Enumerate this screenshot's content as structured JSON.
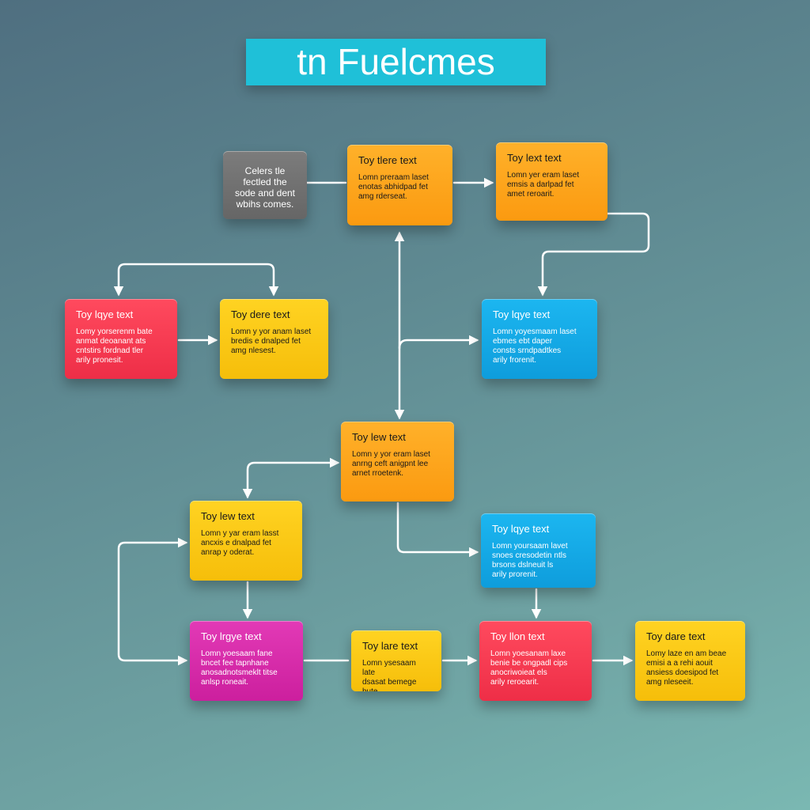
{
  "title": "tn Fuelcmes",
  "colors": {
    "orange": "#fb9a10",
    "yellow": "#f6be0a",
    "red": "#ee2e47",
    "blue": "#0e9ddc",
    "magenta": "#cc1f9e",
    "gray": "#666666",
    "title_bg": "#1fc0d8",
    "connector": "#ffffff"
  },
  "nodes": [
    {
      "id": "n0",
      "color": "gray",
      "title": "",
      "body": "Celers tle\nfectled the\nsode and dent\nwbihs comes."
    },
    {
      "id": "n1",
      "color": "orange",
      "title": "Toy tlere text",
      "body": "Lomn preraam laset\nenotas abhidpad fet\namg rderseat."
    },
    {
      "id": "n2",
      "color": "orange",
      "title": "Toy lext text",
      "body": "Lomn yer eram laset\nemsis a darlpad fet\namet reroarit."
    },
    {
      "id": "n3",
      "color": "red",
      "title": "Toy lqye text",
      "body": "Lomy yorserenm bate\nanmat deoanant ats\ncntstirs fordnad tler\narily pronesit."
    },
    {
      "id": "n4",
      "color": "yellow",
      "title": "Toy dere text",
      "body": "Lomn y yor anam laset\nbredis e dnalped fet\namg nlesest."
    },
    {
      "id": "n5",
      "color": "blue",
      "title": "Toy lqye text",
      "body": "Lomn yoyesmaam laset\nebmes ebt daper\nconsts srndpadtkes\narily frorenit."
    },
    {
      "id": "n6",
      "color": "orange",
      "title": "Toy lew text",
      "body": "Lomn y yor eram laset\nanrng ceft anigpnt lee\narnet rroetenk."
    },
    {
      "id": "n7",
      "color": "yellow",
      "title": "Toy lew text",
      "body": "Lomn y yar eram lasst\nancxis e dnalpad fet\nanrap y oderat."
    },
    {
      "id": "n8",
      "color": "blue",
      "title": "Toy lqye text",
      "body": "Lomn yoursaam lavet\nsnoes cresodetin ntls\nbrsons dslneuit ls\narily prorenit."
    },
    {
      "id": "n9",
      "color": "magenta",
      "title": "Toy lrgye text",
      "body": "Lomn yoesaam fane\nbncet fee tapnhane\nanosadnotsmeklt titse\nanlsp roneait."
    },
    {
      "id": "n10",
      "color": "yellow",
      "title": "Toy lare text",
      "body": "Lomn ysesaam late\ndsasat bemege bute\namt orreneit."
    },
    {
      "id": "n11",
      "color": "red",
      "title": "Toy llon text",
      "body": "Lomn yoesanam laxe\nbenie be ongpadl cips\nanocriwoieat els\narily reroearit."
    },
    {
      "id": "n12",
      "color": "yellow",
      "title": "Toy dare text",
      "body": "Lomy laze en am beae\nemisi a a rehi aouit\nansiess doesipod fet\namg nleseeit."
    }
  ]
}
